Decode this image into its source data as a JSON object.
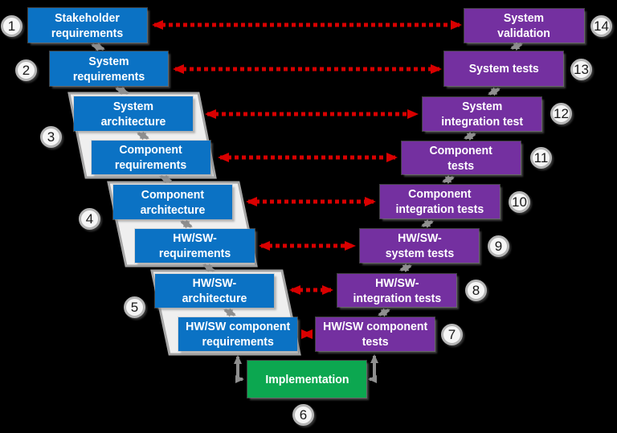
{
  "colors": {
    "background": "#000000",
    "box_blue": "#0b72c4",
    "box_purple": "#7430a0",
    "box_green": "#0ca750",
    "arrow_red": "#d90000",
    "arrow_gray": "#8f8f8f",
    "panel_fill": "#efefef",
    "panel_border": "#a5a5a5",
    "circle_fill": "#f6f6f6",
    "circle_border": "#b5b5b5",
    "text": "#ffffff",
    "number_text": "#1a1a1a"
  },
  "v_left": [
    {
      "line1": "Stakeholder",
      "line2": "requirements"
    },
    {
      "line1": "System",
      "line2": "requirements"
    },
    {
      "line1": "System",
      "line2": "architecture"
    },
    {
      "line1": "Component",
      "line2": "requirements"
    },
    {
      "line1": "Component",
      "line2": "architecture"
    },
    {
      "line1": "HW/SW-",
      "line2": "requirements"
    },
    {
      "line1": "HW/SW-",
      "line2": "architecture"
    },
    {
      "line1": "HW/SW component",
      "line2": "requirements"
    }
  ],
  "v_right": [
    {
      "line1": "System",
      "line2": "validation"
    },
    {
      "line1": "System tests",
      "line2": ""
    },
    {
      "line1": "System",
      "line2": "integration test"
    },
    {
      "line1": "Component",
      "line2": "tests"
    },
    {
      "line1": "Component",
      "line2": "integration tests"
    },
    {
      "line1": "HW/SW-",
      "line2": "system tests"
    },
    {
      "line1": "HW/SW-",
      "line2": "integration tests"
    },
    {
      "line1": "HW/SW component",
      "line2": "tests"
    }
  ],
  "implementation": {
    "label": "Implementation"
  },
  "badges": [
    {
      "number": "1"
    },
    {
      "number": "2"
    },
    {
      "number": "3"
    },
    {
      "number": "4"
    },
    {
      "number": "5"
    },
    {
      "number": "6"
    },
    {
      "number": "7"
    },
    {
      "number": "8"
    },
    {
      "number": "9"
    },
    {
      "number": "10"
    },
    {
      "number": "11"
    },
    {
      "number": "12"
    },
    {
      "number": "13"
    },
    {
      "number": "14"
    }
  ]
}
